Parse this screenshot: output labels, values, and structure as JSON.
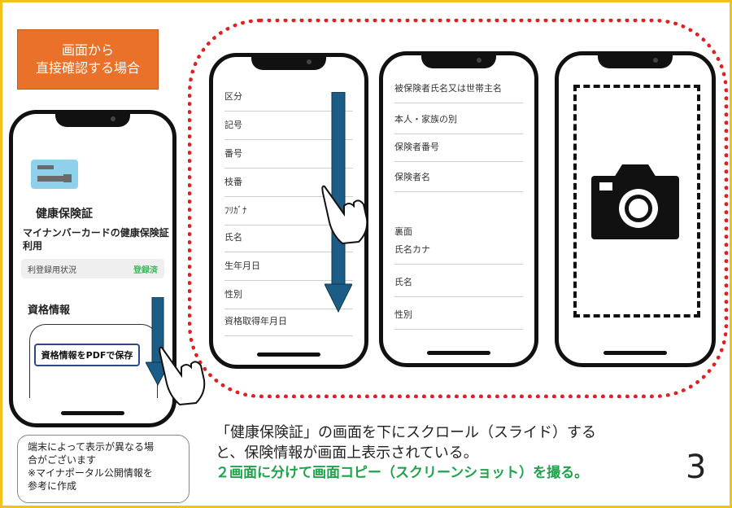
{
  "badge": {
    "line1": "画面から",
    "line2": "直接確認する場合"
  },
  "phone1": {
    "card_title": "健康保険証",
    "subtitle": "マイナンバーカードの健康保険証利用",
    "status_label": "利登録用状況",
    "status_value": "登録済",
    "section_title": "資格情報",
    "pdf_button": "資格情報をPDFで保存"
  },
  "phone2": {
    "fields": [
      "区分",
      "記号",
      "番号",
      "枝番",
      "ﾌﾘｶﾞﾅ",
      "氏名",
      "生年月日",
      "性別",
      "資格取得年月日"
    ]
  },
  "phone3": {
    "fields": [
      "被保険者氏名又は世帯主名",
      "本人・家族の別",
      "保険者番号",
      "保険者名"
    ],
    "back_label": "裏面",
    "back_fields": [
      "氏名カナ",
      "氏名",
      "性別"
    ]
  },
  "note": {
    "line1": "端末によって表示が異なる場",
    "line2": "合がございます",
    "line3": "※マイナポータル公開情報を",
    "line4": "参考に作成"
  },
  "caption": {
    "line1": "「健康保険証」の画面を下にスクロール（スライド）する",
    "line2": "と、保険情報が画面上表示されている。",
    "line3": "２画面に分けて画面コピー（スクリーンショット）を撮る。"
  },
  "page_number": "3",
  "colors": {
    "border": "#f2c21a",
    "badge": "#e9712a",
    "dotted": "#e02020",
    "arrow": "#1b5d86",
    "highlight": "#1fa34a"
  },
  "icons": [
    "card-icon",
    "arrow-down-icon",
    "pointing-hand-icon",
    "camera-icon"
  ]
}
